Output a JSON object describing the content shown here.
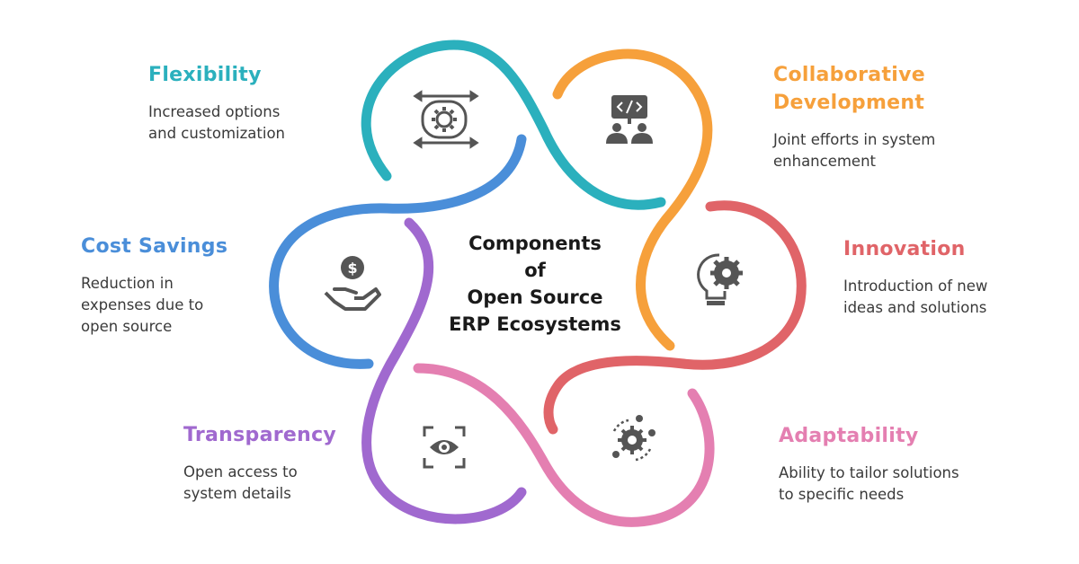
{
  "title_lines": [
    "Components",
    "of",
    "Open Source",
    "ERP Ecosystems"
  ],
  "colors": {
    "flexibility": "#2bb0bd",
    "collaborative": "#f6a03b",
    "innovation": "#e06468",
    "adaptability": "#e47fb1",
    "transparency": "#a069cf",
    "cost_savings": "#4a8ed9",
    "icon": "#555555",
    "text": "#3a3a3a"
  },
  "components": {
    "flexibility": {
      "title": "Flexibility",
      "desc": [
        "Increased options",
        "and customization"
      ],
      "icon": "refresh-gear-icon"
    },
    "collaborative": {
      "title": [
        "Collaborative",
        "Development"
      ],
      "desc": [
        "Joint efforts in system",
        "enhancement"
      ],
      "icon": "developer-team-icon"
    },
    "innovation": {
      "title": "Innovation",
      "desc": [
        "Introduction of new",
        "ideas and solutions"
      ],
      "icon": "lightbulb-gear-icon"
    },
    "adaptability": {
      "title": "Adaptability",
      "desc": [
        "Ability to tailor solutions",
        "to specific needs"
      ],
      "icon": "gear-cycle-icon"
    },
    "transparency": {
      "title": "Transparency",
      "desc": [
        "Open access to",
        "system details"
      ],
      "icon": "eye-focus-icon"
    },
    "cost_savings": {
      "title": "Cost Savings",
      "desc": [
        "Reduction in",
        "expenses due to",
        "open source"
      ],
      "icon": "hand-coin-icon"
    }
  }
}
